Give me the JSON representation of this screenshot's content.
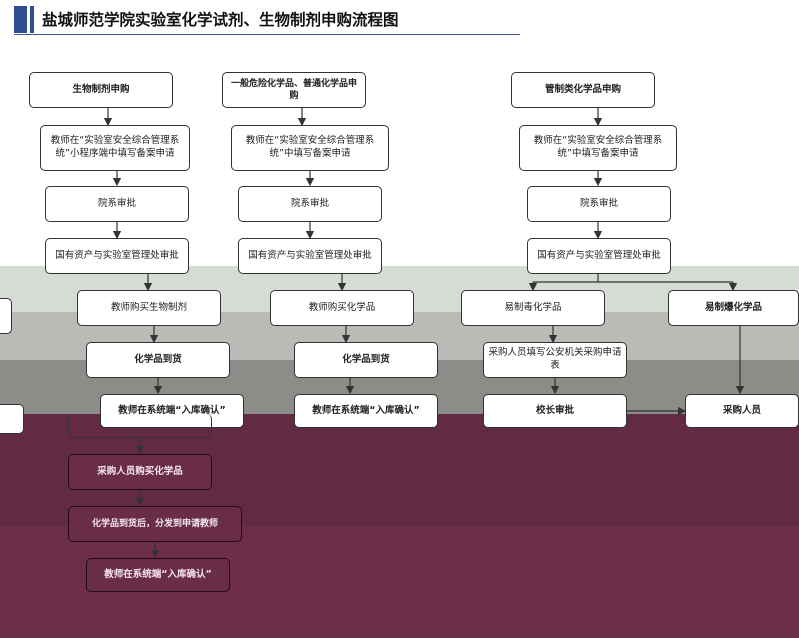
{
  "header": {
    "title": "盐城师范学院实验室化学试剂、生物制剂申购流程图"
  },
  "colors": {
    "accent": "#2f4e8f",
    "band_1": "#d6dbd5",
    "band_2": "#b9bcb6",
    "band_3": "#8a8d88",
    "band_4": "#622b43",
    "band_5": "#6e2d49"
  },
  "flow": {
    "bio": {
      "title": "生物制剂申购",
      "step_fill": "教师在“实验室安全综合管理系统”小程序端中填写备案申请",
      "step_dept": "院系审批",
      "step_office": "国有资产与实验室管理处审批",
      "step_buy": "教师购买生物制剂",
      "step_arrive": "化学品到货",
      "step_confirm": "教师在系统端“入库确认”"
    },
    "general": {
      "title": "一般危险化学品、普通化学品申购",
      "step_fill": "教师在“实验室安全综合管理系统”中填写备案申请",
      "step_dept": "院系审批",
      "step_office": "国有资产与实验室管理处审批",
      "step_buy": "教师购买化学品",
      "step_arrive": "化学品到货",
      "step_confirm": "教师在系统端“入库确认”"
    },
    "controlled": {
      "title": "管制类化学品申购",
      "step_fill": "教师在“实验室安全综合管理系统”中填写备案申请",
      "step_dept": "院系审批",
      "step_office": "国有资产与实验室管理处审批",
      "precursor": "易制毒化学品",
      "explosive": "易制爆化学品",
      "police_form": "采购人员填写公安机关采购申请表",
      "president": "校长审批",
      "purchase_right": "采购人员",
      "purchaser_buy": "采购人员购买化学品",
      "distribute": "化学品到货后，分发到申请教师",
      "final_confirm": "教师在系统端“入库确认”"
    }
  }
}
